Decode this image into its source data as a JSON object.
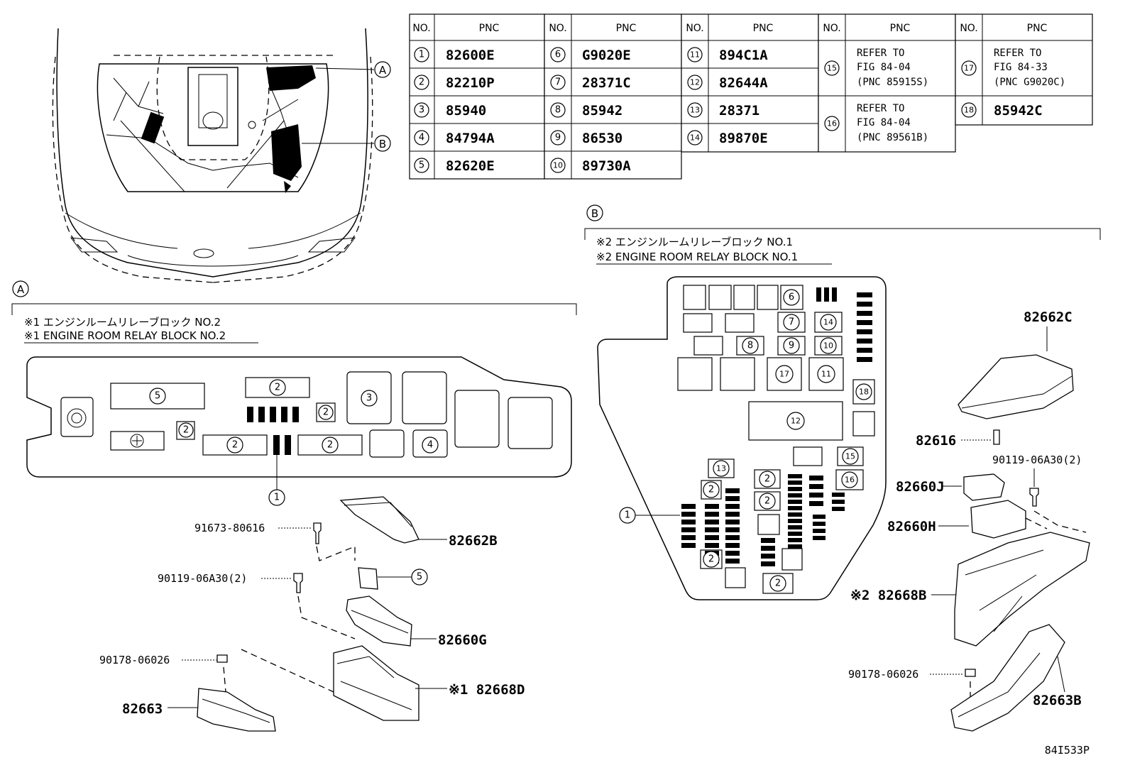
{
  "table": {
    "headers": [
      "NO.",
      "PNC",
      "NO.",
      "PNC",
      "NO.",
      "PNC",
      "NO.",
      "PNC",
      "NO.",
      "PNC"
    ],
    "col1": [
      {
        "no": "1",
        "pnc": "82600E"
      },
      {
        "no": "2",
        "pnc": "82210P"
      },
      {
        "no": "3",
        "pnc": "85940"
      },
      {
        "no": "4",
        "pnc": "84794A"
      },
      {
        "no": "5",
        "pnc": "82620E"
      }
    ],
    "col2": [
      {
        "no": "6",
        "pnc": "G9020E"
      },
      {
        "no": "7",
        "pnc": "28371C"
      },
      {
        "no": "8",
        "pnc": "85942"
      },
      {
        "no": "9",
        "pnc": "86530"
      },
      {
        "no": "10",
        "pnc": "89730A"
      }
    ],
    "col3": [
      {
        "no": "11",
        "pnc": "894C1A"
      },
      {
        "no": "12",
        "pnc": "82644A"
      },
      {
        "no": "13",
        "pnc": "28371"
      },
      {
        "no": "14",
        "pnc": "89870E"
      }
    ],
    "col4": [
      {
        "no": "15",
        "l1": "REFER TO",
        "l2": "FIG 84-04",
        "l3": "(PNC 85915S)"
      },
      {
        "no": "16",
        "l1": "REFER TO",
        "l2": "FIG 84-04",
        "l3": "(PNC 89561B)"
      }
    ],
    "col5": [
      {
        "no": "17",
        "l1": "REFER TO",
        "l2": "FIG 84-33",
        "l3": "(PNC G9020C)"
      },
      {
        "no": "18",
        "pnc": "85942C"
      }
    ]
  },
  "callouts": {
    "a": "A",
    "b": "B"
  },
  "section_a": {
    "marker": "A",
    "title_jp": "※1 エンジンルームリレーブロック NO.2",
    "title_en": "※1 ENGINE ROOM RELAY BLOCK NO.2",
    "parts": {
      "p1": "91673-80616",
      "p2": "82662B",
      "p3": "90119-06A30(2)",
      "p4": "82660G",
      "p5": "90178-06026",
      "p6": "※1 82668D",
      "p7": "82663"
    }
  },
  "section_b": {
    "marker": "B",
    "title_jp": "※2 エンジンルームリレーブロック NO.1",
    "title_en": "※2 ENGINE ROOM RELAY BLOCK NO.1",
    "parts": {
      "p1": "82662C",
      "p2": "82616",
      "p3": "90119-06A30(2)",
      "p4": "82660J",
      "p5": "82660H",
      "p6": "※2 82668B",
      "p7": "90178-06026",
      "p8": "82663B"
    }
  },
  "figure_id": "84I533P",
  "nums": [
    "1",
    "2",
    "3",
    "4",
    "5",
    "6",
    "7",
    "8",
    "9",
    "10",
    "11",
    "12",
    "13",
    "14",
    "15",
    "16",
    "17",
    "18"
  ]
}
